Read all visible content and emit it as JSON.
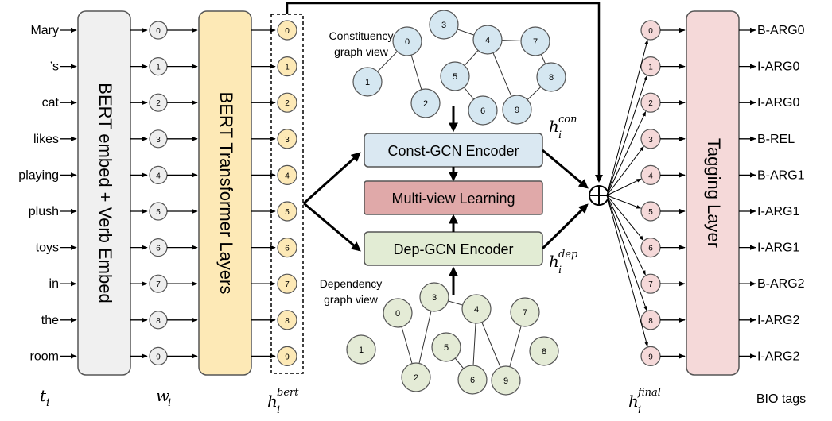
{
  "words": [
    "Mary",
    "’s",
    "cat",
    "likes",
    "playing",
    "plush",
    "toys",
    "in",
    "the",
    "room"
  ],
  "node_indices": [
    "0",
    "1",
    "2",
    "3",
    "4",
    "5",
    "6",
    "7",
    "8",
    "9"
  ],
  "tags": [
    "B-ARG0",
    "I-ARG0",
    "I-ARG0",
    "B-REL",
    "B-ARG1",
    "I-ARG1",
    "I-ARG1",
    "B-ARG2",
    "I-ARG2",
    "I-ARG2"
  ],
  "layers": {
    "embed": "BERT embed + Verb Embed",
    "transformer": "BERT  Transformer  Layers",
    "tagging": "Tagging Layer"
  },
  "encoders": {
    "const": "Const-GCN Encoder",
    "multiview": "Multi-view Learning",
    "dep": "Dep-GCN Encoder"
  },
  "graph_views": {
    "constituency_line1": "Constituency",
    "constituency_line2": "graph view",
    "dependency_line1": "Dependency",
    "dependency_line2": "graph view"
  },
  "axis_labels": {
    "t_base": "t",
    "t_sub": "i",
    "w_base": "w",
    "w_sub": "i",
    "hbert_base": "h",
    "hbert_sub": "i",
    "hbert_sup": "bert",
    "hfinal_base": "h",
    "hfinal_sub": "i",
    "hfinal_sup": "final",
    "hcon_base": "h",
    "hcon_sub": "i",
    "hcon_sup": "con",
    "hdep_base": "h",
    "hdep_sub": "i",
    "hdep_sup": "dep",
    "bio": "BIO tags"
  },
  "colors": {
    "gray_fill": "#f0f0f0",
    "gray_node": "#eeeeee",
    "yellow": "#fde9b6",
    "pink": "#f5d9d9",
    "blue": "#dae8f2",
    "green": "#e2ecd4",
    "multiview": "#e0a9a9",
    "const_node": "#d5e7f1",
    "dep_node": "#e4ebd6",
    "border": "#555555"
  }
}
